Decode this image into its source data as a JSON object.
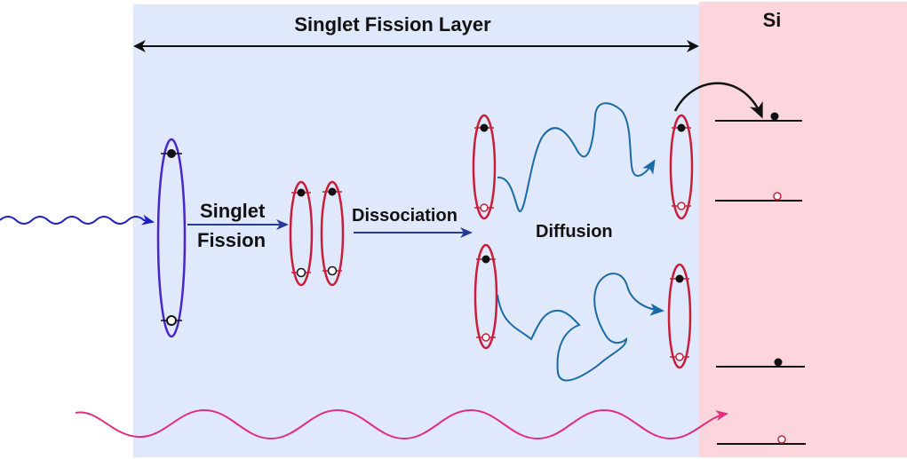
{
  "labels": {
    "layer_title": "Singlet Fission Layer",
    "si_title": "Si",
    "singlet_line1": "Singlet",
    "singlet_line2": "Fission",
    "dissociation": "Dissociation",
    "diffusion": "Diffusion"
  },
  "colors": {
    "layer_fill": "#e0e9fb",
    "si_fill": "#fdd5dc",
    "singlet_exciton": "#4a25c9",
    "triplet_exciton": "#c81e3a",
    "photon_blue": "#1d1fc4",
    "photon_pink": "#e02f7d",
    "arrow_navy": "#27399a",
    "diffusion_path": "#1a6aa5",
    "electron": "#111111"
  }
}
